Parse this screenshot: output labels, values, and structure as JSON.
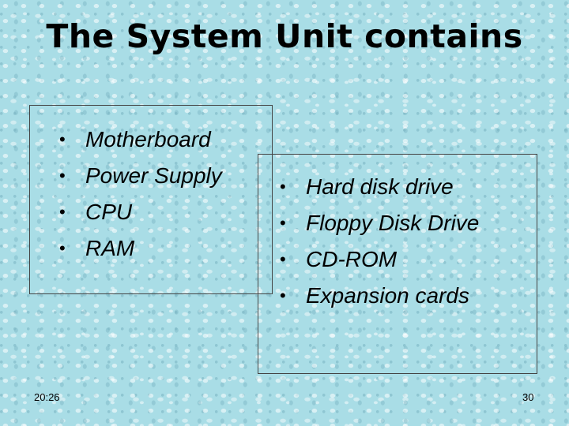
{
  "slide": {
    "title": "The System Unit contains",
    "left_items": [
      "Motherboard",
      "Power Supply",
      "CPU",
      "RAM"
    ],
    "right_items": [
      "Hard disk drive",
      "Floppy Disk Drive",
      "CD-ROM",
      "Expansion cards"
    ],
    "bullet": "•"
  },
  "footer": {
    "time": "20:26",
    "page_number": "30"
  },
  "colors": {
    "background": "#a9dde6",
    "text": "#000000",
    "box_border": "#444444"
  }
}
